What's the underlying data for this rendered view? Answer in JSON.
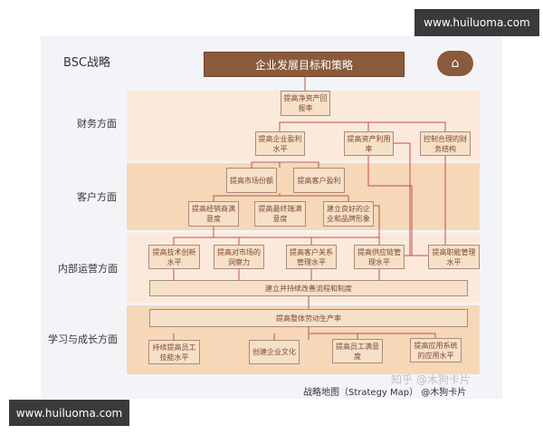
{
  "title": "BSC战略",
  "goal": "企业发展目标和策略",
  "perspectives": [
    "财务方面",
    "客户方面",
    "内部运营方面",
    "学习与成长方面"
  ],
  "finance": [
    "提高净资产回报率",
    "提高企业盈利水平",
    "提高资产利用率",
    "控制合理的财务结构"
  ],
  "customer": [
    "提高市场份额",
    "提高客户盈利",
    "提高经销商满意度",
    "提高最终端满意度",
    "建立良好的企业和品牌形象"
  ],
  "internal": [
    "提高技术创新水平",
    "提高对市场的洞察力",
    "提高客户关系管理水平",
    "提高供应链管理水平",
    "提高职能管理水平",
    "建立并持续改善流程和制度"
  ],
  "learning": [
    "提高整体劳动生产率",
    "持续提高员工技能水平",
    "创建企业文化",
    "提高员工满意度",
    "提高应用系统的应用水平"
  ],
  "caption": "战略地图（Strategy Map） @木狗卡片",
  "watermark_zhihu": "知乎 @木狗卡片",
  "watermark_site": "www.huiluoma.com",
  "colors": {
    "goal": "#8b5a3c",
    "band_light": "#fbeadb",
    "band_dark": "#f6d8b8",
    "line": "#c0504d"
  }
}
